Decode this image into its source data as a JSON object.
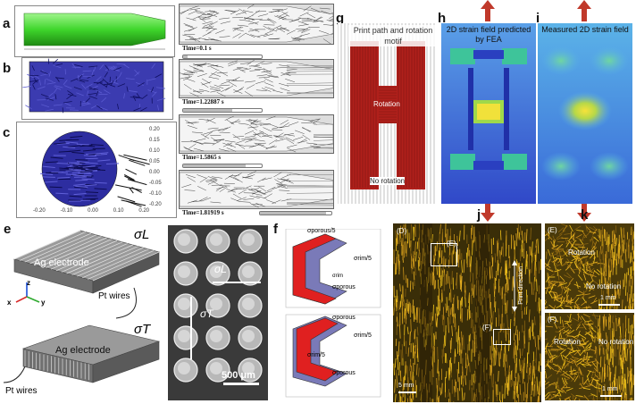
{
  "panels": {
    "a": "a",
    "b": "b",
    "c": "c",
    "e": "e",
    "f": "f",
    "g": "g",
    "h": "h",
    "i": "i",
    "j": "j",
    "k": "k"
  },
  "sim": {
    "times": [
      {
        "label": "Time=0.1 s",
        "progress": 0.06
      },
      {
        "label": "Time=1.22887 s",
        "progress": 0.62
      },
      {
        "label": "Time=1.5865 s",
        "progress": 0.8
      },
      {
        "label": "Time=1.81919 s",
        "progress": 0.92
      }
    ],
    "c_yticks": [
      "0.20",
      "0.15",
      "0.10",
      "0.05",
      "0.00",
      "-0.05",
      "-0.10",
      "-0.20"
    ],
    "c_xticks": [
      "-0.20",
      "-0.10",
      "0.00",
      "0.10",
      "0.20"
    ]
  },
  "e": {
    "sigma_l": "σL",
    "sigma_t": "σT",
    "electrode_top": "Ag electrode",
    "electrode_bottom": "Ag electrode",
    "pt_wires_top": "Pt wires",
    "pt_wires_bottom": "Pt wires",
    "axis_z": "z",
    "axis_x": "x",
    "axis_y": "y",
    "sem_sigma_l": "σL",
    "sem_sigma_t": "σT",
    "scale": "500 μm"
  },
  "f": {
    "top_porous5": "σporous/5",
    "top_rim5": "σrim/5",
    "top_rim": "σrim",
    "top_porous": "σporous",
    "bot_porous": "σporous",
    "bot_rim5": "σrim/5",
    "bot_rim5b": "σrim/5",
    "bot_porous2": "σporous"
  },
  "g": {
    "title": "Print path and rotation motif",
    "rotation": "Rotation",
    "no_rotation": "No rotation"
  },
  "h": {
    "title": "2D strain field predicted by FEA"
  },
  "i": {
    "title": "Measured 2D strain field"
  },
  "j": {
    "label_d": "(D)",
    "label_e": "(E)",
    "label_f": "(F)",
    "print_direction": "Print direction",
    "scale": "5 mm"
  },
  "k": {
    "label_e": "(E)",
    "label_f": "(F)",
    "rotation_top": "Rotation",
    "no_rotation_top": "No rotation",
    "rotation_bot": "Rotation",
    "no_rotation_bot": "No rotation",
    "scale_top": "1 mm",
    "scale_bot": "1 mm"
  },
  "colors": {
    "arrow": "#c0392b",
    "print_path": "#b0201b",
    "green_cyl": "#4be03a",
    "blue_fibers": "#2a2a9a"
  }
}
